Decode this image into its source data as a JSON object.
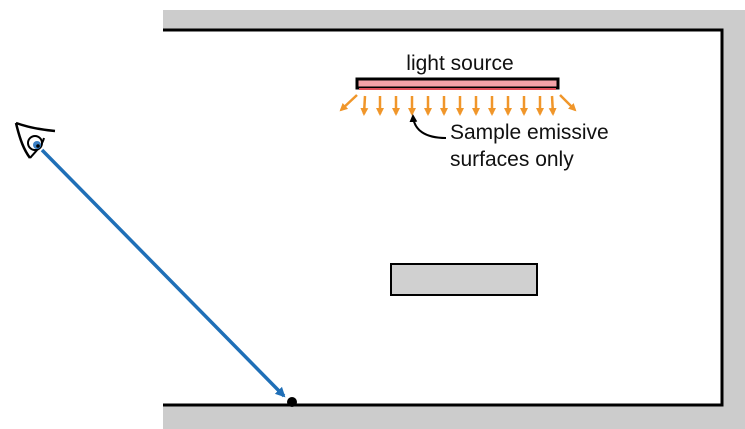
{
  "labels": {
    "light_source": "light source",
    "annotation_line1": "Sample emissive",
    "annotation_line2": "surfaces only"
  },
  "icons": {
    "eye": "eye-icon"
  },
  "colors": {
    "wall_fill": "#cccccc",
    "wall_line": "#000000",
    "emitter_fill": "#f4a3a8",
    "emission_arrows": "#f0962a",
    "view_ray": "#1f6fb7",
    "eye_iris": "#3a7fc4",
    "occluder_fill": "#d0d0d0"
  }
}
